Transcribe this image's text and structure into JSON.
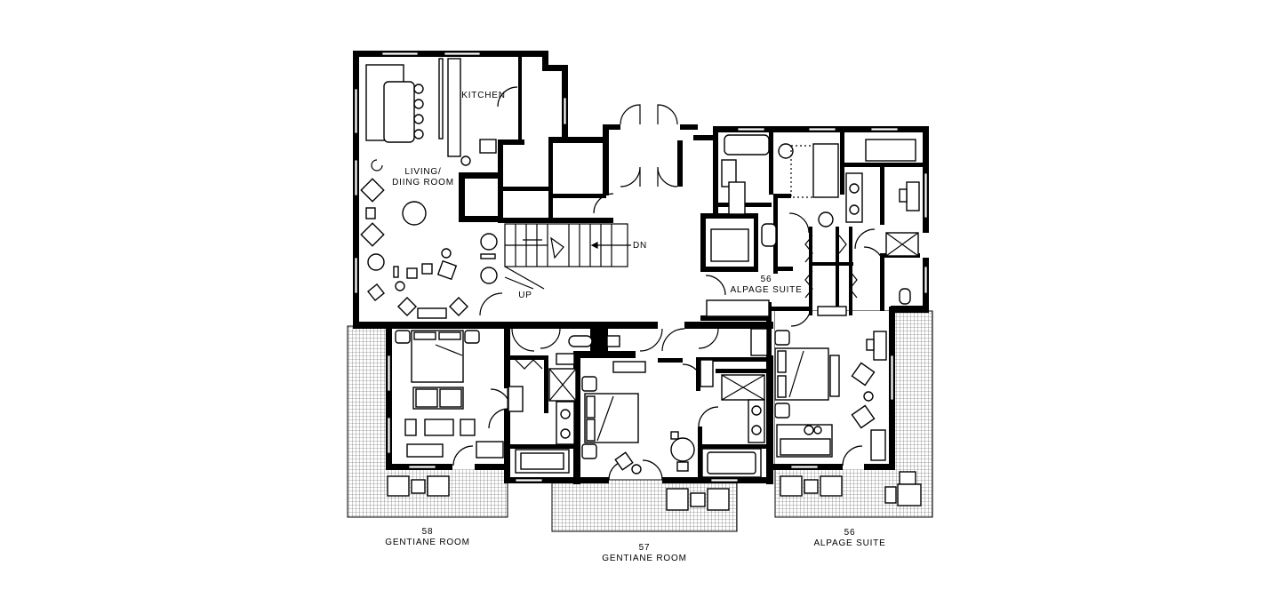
{
  "colors": {
    "wall": "#000000",
    "background": "#ffffff",
    "terrace_grid": "#555555"
  },
  "rooms": {
    "kitchen": "KITCHEN",
    "living_line1": "LIVING/",
    "living_line2": "DIING ROOM",
    "stair_up": "UP",
    "stair_down": "DN",
    "alpage_upper_number": "56",
    "alpage_upper_name": "ALPAGE SUITE"
  },
  "captions": {
    "room58_number": "58",
    "room58_name": "GENTIANE ROOM",
    "room57_number": "57",
    "room57_name": "GENTIANE ROOM",
    "room56_number": "56",
    "room56_name": "ALPAGE SUITE"
  }
}
